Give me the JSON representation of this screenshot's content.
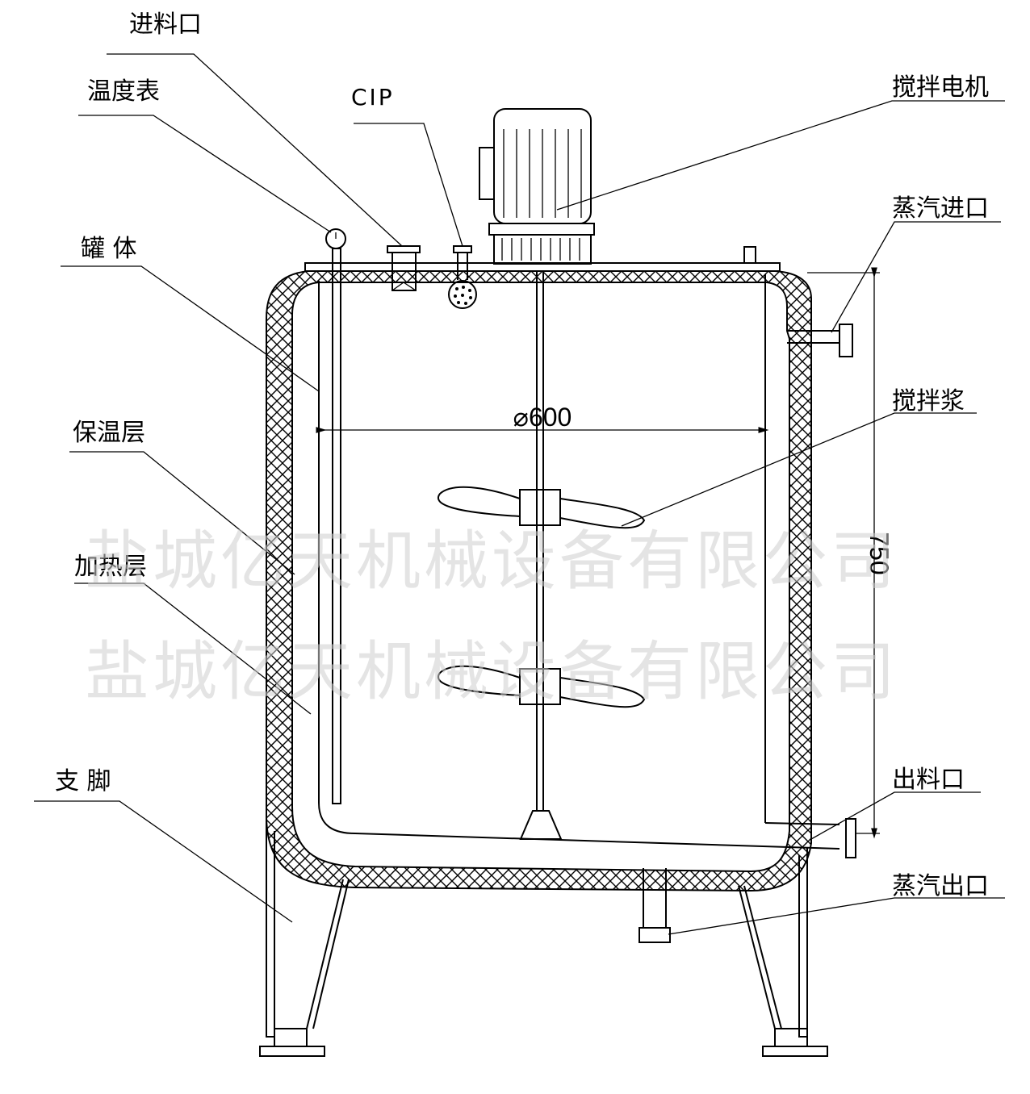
{
  "labels": {
    "feed_inlet": "进料口",
    "thermometer": "温度表",
    "cip": "CIP",
    "motor": "搅拌电机",
    "steam_inlet": "蒸汽进口",
    "tank_body": "罐 体",
    "agitator_blade": "搅拌浆",
    "insulation_layer": "保温层",
    "heating_layer": "加热层",
    "support_leg": "支 脚",
    "discharge_outlet": "出料口",
    "steam_outlet": "蒸汽出口"
  },
  "dimensions": {
    "diameter": "⌀600",
    "height": "750"
  },
  "watermark": {
    "line1": "盐城亿天机械设备有限公司",
    "line2": "盐城亿天机械设备有限公司"
  }
}
